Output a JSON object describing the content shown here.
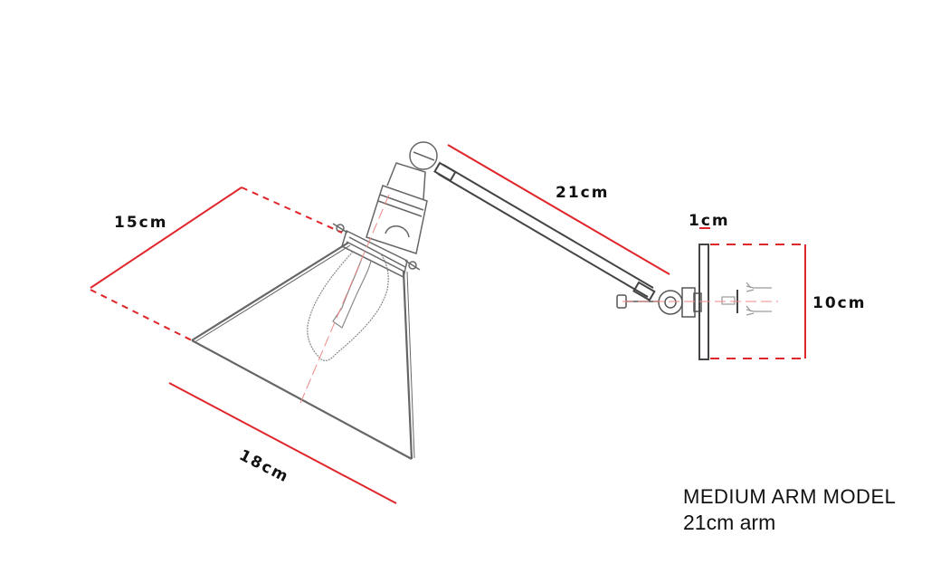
{
  "diagram": {
    "subject": "Swing-arm wall lamp with conical shade",
    "colors": {
      "line": "#555555",
      "dimension": "#e0262b",
      "background": "#ffffff",
      "text": "#111111"
    },
    "dimensions": {
      "shade_height": {
        "label": "15cm"
      },
      "shade_diameter": {
        "label": "18cm"
      },
      "arm_length": {
        "label": "21cm"
      },
      "base_thickness": {
        "label": "1cm"
      },
      "base_height": {
        "label": "10cm"
      }
    },
    "parts": [
      "conical-shade",
      "edison-bulb",
      "socket",
      "swivel-joint",
      "arm",
      "elbow-joint",
      "wall-plate",
      "mounting-screws"
    ]
  },
  "caption": {
    "title": "MEDIUM ARM MODEL",
    "subtitle": "21cm arm"
  }
}
